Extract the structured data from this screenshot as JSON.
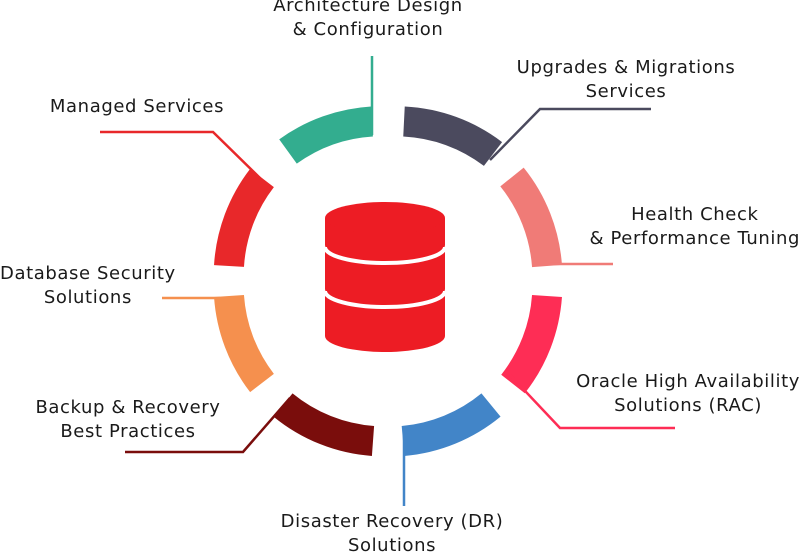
{
  "center_icon": "database-icon",
  "segments": [
    {
      "id": "architecture",
      "lines": [
        "Architecture Design",
        "& Configuration"
      ],
      "color": "#33ad8f"
    },
    {
      "id": "upgrades",
      "lines": [
        "Upgrades & Migrations",
        "Services"
      ],
      "color": "#4b4a5e"
    },
    {
      "id": "health-check",
      "lines": [
        "Health Check",
        "& Performance Tuning"
      ],
      "color": "#f07b77"
    },
    {
      "id": "high-availability",
      "lines": [
        "Oracle High Availability",
        "Solutions (RAC)"
      ],
      "color": "#fe2d55"
    },
    {
      "id": "disaster-recovery",
      "lines": [
        "Disaster Recovery (DR)",
        "Solutions"
      ],
      "color": "#4285c8"
    },
    {
      "id": "backup-recovery",
      "lines": [
        "Backup & Recovery",
        "Best Practices"
      ],
      "color": "#7a0d0c"
    },
    {
      "id": "database-security",
      "lines": [
        "Database Security",
        "Solutions"
      ],
      "color": "#f5904e"
    },
    {
      "id": "managed-services",
      "lines": [
        "Managed Services"
      ],
      "color": "#e8282a"
    }
  ],
  "colors": {
    "database": "#ed1c24",
    "database_band": "#ffffff"
  }
}
